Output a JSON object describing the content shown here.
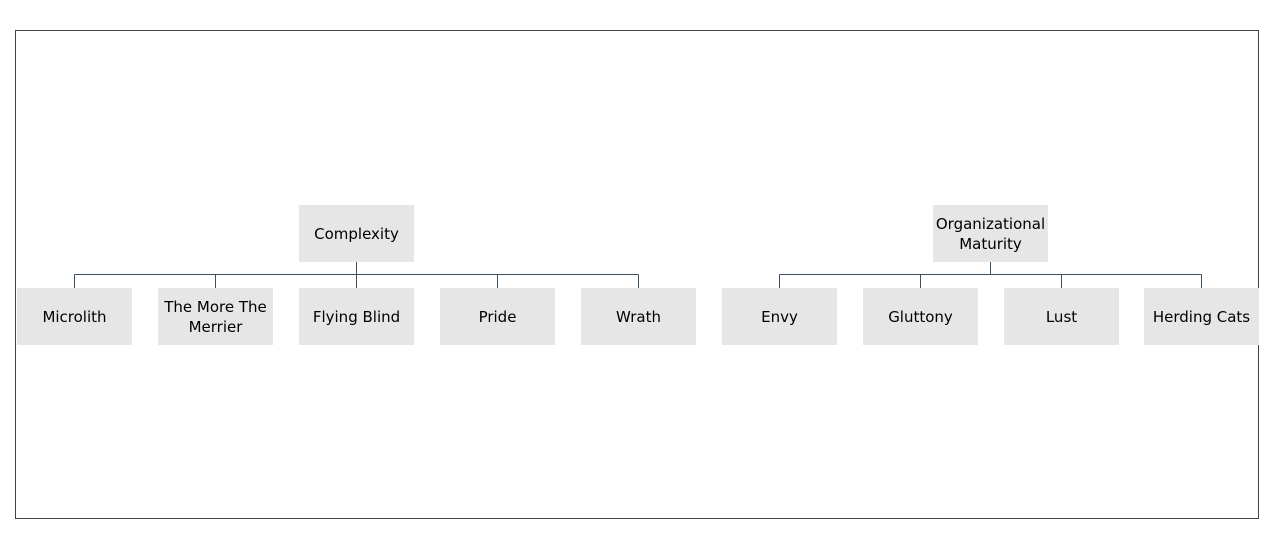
{
  "diagram": {
    "trees": [
      {
        "root": "Complexity",
        "children": [
          "Microlith",
          "The More The Merrier",
          "Flying Blind",
          "Pride",
          "Wrath"
        ]
      },
      {
        "root": "Organizational Maturity",
        "children": [
          "Envy",
          "Gluttony",
          "Lust",
          "Herding Cats"
        ]
      }
    ]
  },
  "colors": {
    "box_fill": "#e6e6e6",
    "connector": "#3c5064",
    "frame_border": "#444444"
  }
}
